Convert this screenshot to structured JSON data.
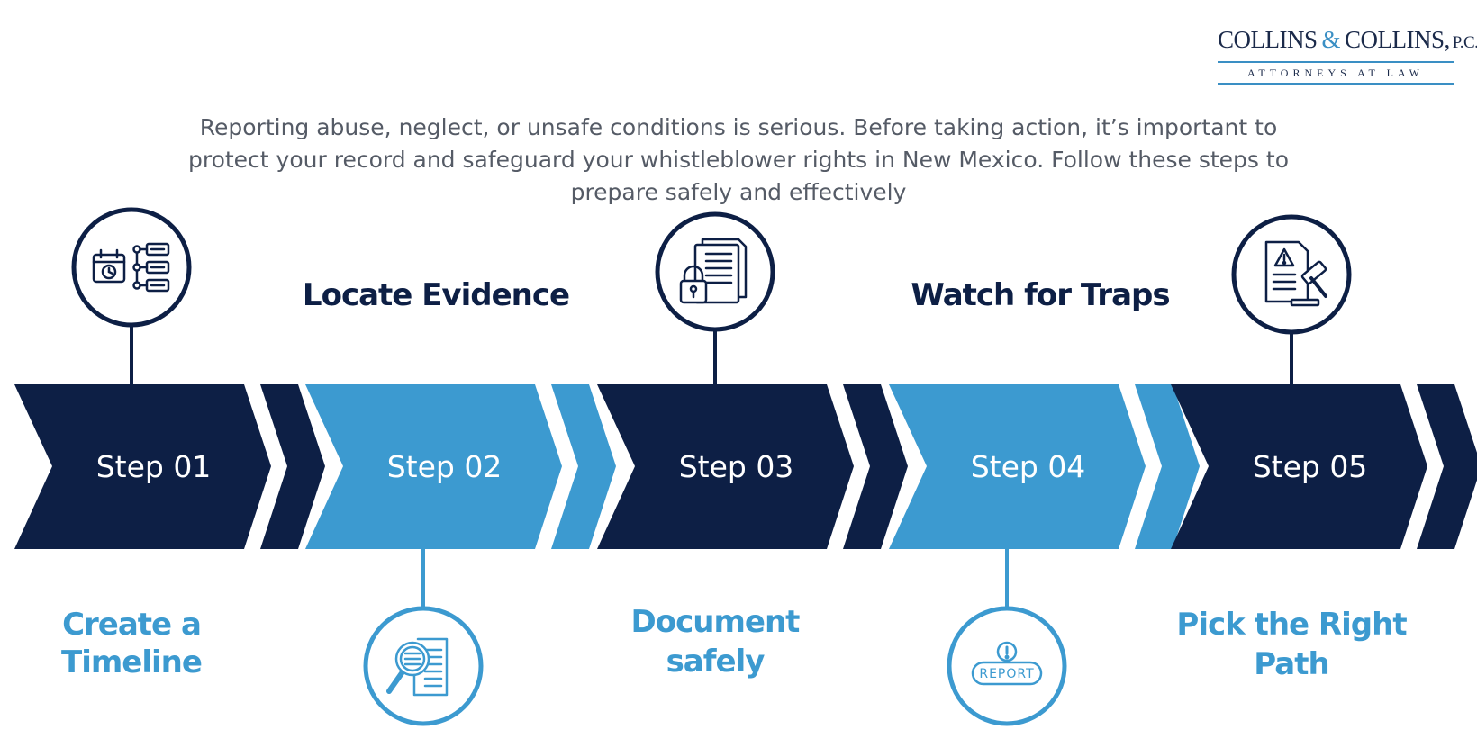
{
  "logo": {
    "name_left": "COLLINS",
    "ampersand": "&",
    "name_right": "COLLINS,",
    "suffix": "P.C.",
    "subtitle": "ATTORNEYS AT LAW"
  },
  "intro_text": "Reporting abuse, neglect, or unsafe conditions is serious. Before taking action, it’s important to protect your record and safeguard your whistleblower rights in New Mexico. Follow these steps to prepare safely and effectively",
  "colors": {
    "navy": "#0d1f45",
    "blue": "#3c9ad0",
    "intro_text": "#555b66",
    "white": "#ffffff"
  },
  "steps": [
    {
      "label": "Step 01",
      "title_lines": [
        "Create a",
        "Timeline"
      ],
      "icon": "calendar-timeline-icon"
    },
    {
      "label": "Step 02",
      "title_lines": [
        "Locate Evidence"
      ],
      "icon": "magnifying-glass-document-icon"
    },
    {
      "label": "Step 03",
      "title_lines": [
        "Document",
        "safely"
      ],
      "icon": "locked-document-icon"
    },
    {
      "label": "Step 04",
      "title_lines": [
        "Watch for Traps"
      ],
      "icon": "report-alert-icon"
    },
    {
      "label": "Step 05",
      "title_lines": [
        "Pick the Right",
        "Path"
      ],
      "icon": "legal-gavel-document-icon"
    }
  ]
}
